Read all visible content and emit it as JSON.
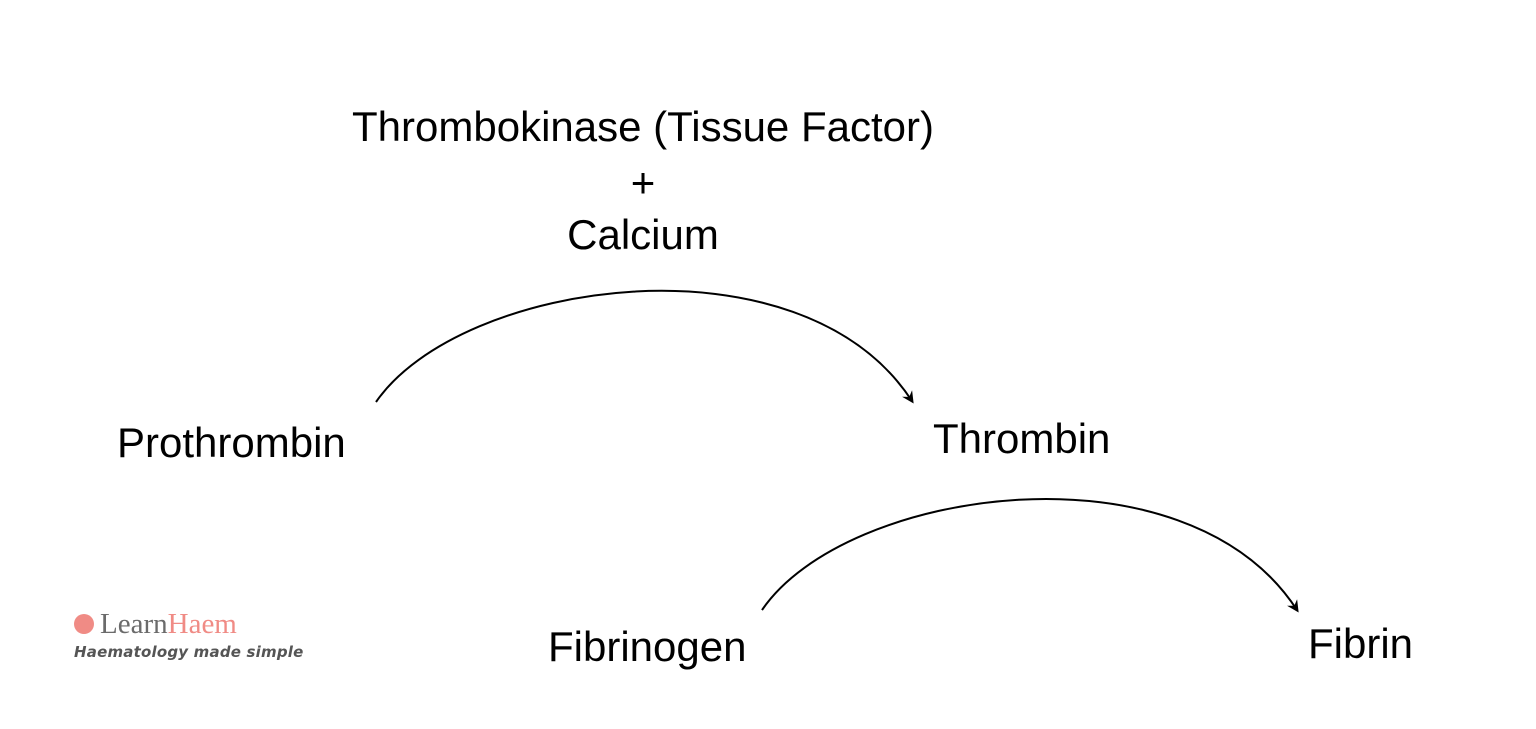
{
  "catalyst": {
    "line1": "Thrombokinase (Tissue Factor)",
    "plus": "+",
    "line2": "Calcium"
  },
  "nodes": {
    "prothrombin": "Prothrombin",
    "thrombin": "Thrombin",
    "fibrinogen": "Fibrinogen",
    "fibrin": "Fibrin"
  },
  "edges": [
    {
      "from": "Prothrombin",
      "to": "Thrombin"
    },
    {
      "from": "Fibrinogen",
      "to": "Fibrin"
    }
  ],
  "logo": {
    "word_part1": "Learn",
    "word_part2": "Haem",
    "tagline": "Haematology made simple",
    "accent_color": "#f08b85",
    "text_color": "#6b6b6b"
  }
}
